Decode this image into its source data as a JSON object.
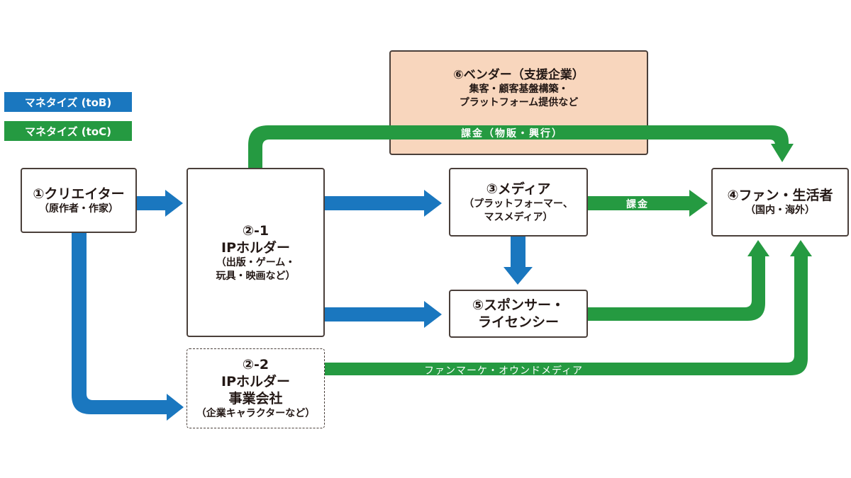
{
  "legend": {
    "tob": "マネタイズ (toB)",
    "toc": "マネタイズ (toC)"
  },
  "colors": {
    "tob": "#1a77bf",
    "toc": "#259a41",
    "vendor_fill": "#f8d6bd",
    "border": "#4a3f3a"
  },
  "nodes": {
    "creator": {
      "title": "①クリエイター",
      "sub": "（原作者・作家）"
    },
    "ip_holder_1": {
      "num": "②-1",
      "title": "IPホルダー",
      "sub1": "（出版・ゲーム・",
      "sub2": "玩具・映画など）"
    },
    "ip_holder_2": {
      "num": "②-2",
      "title": "IPホルダー",
      "title2": "事業会社",
      "sub": "（企業キャラクターなど）"
    },
    "media": {
      "title": "③メディア",
      "sub1": "（プラットフォーマー、",
      "sub2": "マスメディア）"
    },
    "fans": {
      "title": "④ファン・生活者",
      "sub": "（国内・海外）"
    },
    "sponsor": {
      "title1": "⑤スポンサー・",
      "title2": "ライセンシー"
    },
    "vendor": {
      "title": "⑥ベンダー（支援企業）",
      "sub1": "集客・顧客基盤構築・",
      "sub2": "プラットフォーム提供など"
    }
  },
  "flows": {
    "goods_events": "課金（物販・興行）",
    "media_billing": "課金",
    "owned_media": "ファンマーケ・オウンドメディア"
  }
}
